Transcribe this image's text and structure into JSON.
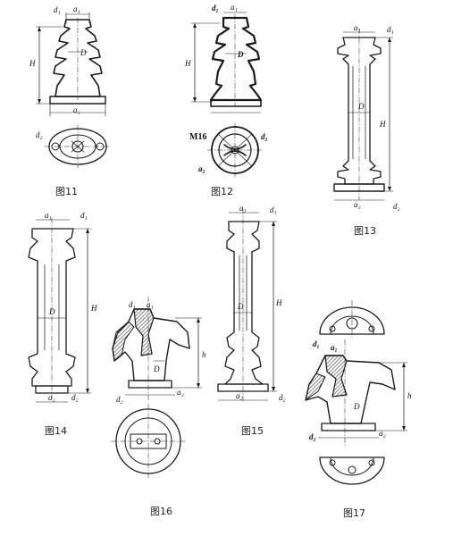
{
  "figures": [
    {
      "id": "fig11",
      "caption": "图11",
      "labels": {
        "d1": "d₁",
        "a1": "a₁",
        "H": "H",
        "D": "D",
        "a2": "a₂",
        "d2": "d₂"
      }
    },
    {
      "id": "fig12",
      "caption": "图12",
      "labels": {
        "d1": "d₁",
        "a1": "a₁",
        "H": "H",
        "D": "D",
        "thread": "M16",
        "d2": "d₂",
        "a2": "a₂"
      }
    },
    {
      "id": "fig13",
      "caption": "图13",
      "labels": {
        "a1": "a₁",
        "d1": "d₁",
        "D": "D",
        "H": "H",
        "a2": "a₂",
        "d2": "d₂"
      }
    },
    {
      "id": "fig14",
      "caption": "图14",
      "labels": {
        "a1": "a₁",
        "d1": "d₁",
        "H": "H",
        "D": "D",
        "a2": "a₂",
        "d2": "d₂"
      }
    },
    {
      "id": "fig15",
      "caption": "图15",
      "labels": {
        "a1": "a₁",
        "d1": "d₁",
        "H": "H",
        "D": "D",
        "a2": "a₂",
        "d2": "d₂"
      }
    },
    {
      "id": "fig16",
      "caption": "图16",
      "labels": {
        "d1": "d₁",
        "a1": "a₁",
        "h": "h",
        "D": "D",
        "d2": "d₂",
        "a2": "a₂"
      }
    },
    {
      "id": "fig17",
      "caption": "图17",
      "labels": {
        "d1": "d₁",
        "a1": "a₁",
        "h": "h",
        "D": "D",
        "d2": "d₂",
        "a2": "a₂"
      }
    }
  ],
  "colors": {
    "ink": "#1a1a1a",
    "hatch": "#555555",
    "paper": "#ffffff"
  }
}
